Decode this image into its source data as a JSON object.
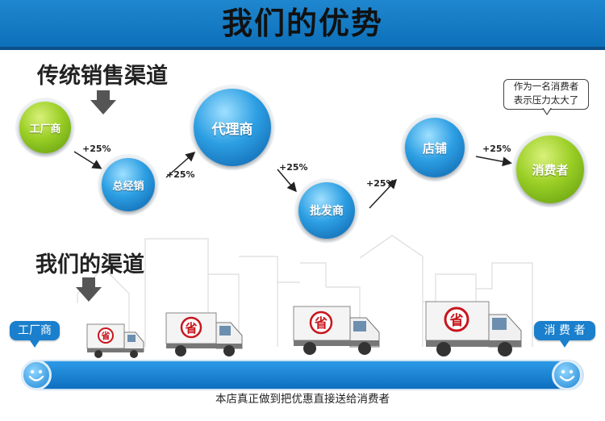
{
  "header": {
    "title": "我们的优势"
  },
  "traditional": {
    "title": "传统销售渠道",
    "nodes": [
      "工厂商",
      "总经销",
      "代理商",
      "批发商",
      "店铺",
      "消费者"
    ],
    "markups": [
      "+25%",
      "+25%",
      "+25%",
      "+25%",
      "+25%"
    ],
    "bubble_line1": "作为一名消费者",
    "bubble_line2": "表示压力太大了"
  },
  "ours": {
    "title": "我们的渠道",
    "start_label": "工厂商",
    "end_label": "消 费 者",
    "truck_badge": "省",
    "footer": "本店真正做到把优惠直接送给消费者"
  },
  "colors": {
    "header_blue": "#1479c4",
    "green": "#8cc63f",
    "blue": "#2b9be0",
    "bar_blue": "#1777c8"
  }
}
